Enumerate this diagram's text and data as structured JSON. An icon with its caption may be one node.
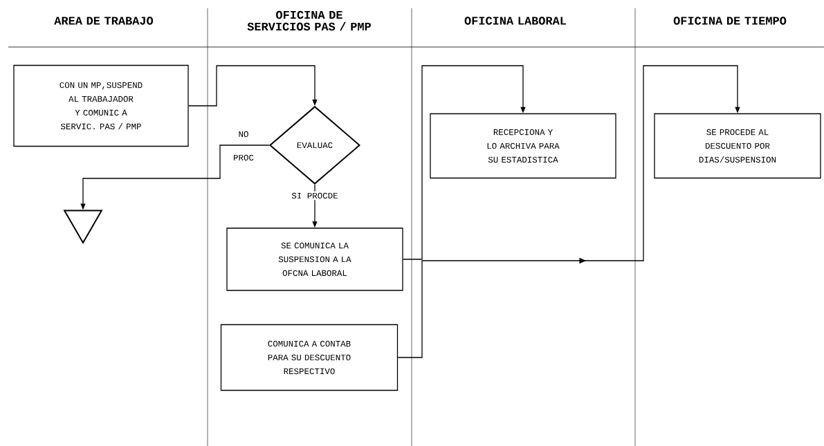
{
  "diagram": {
    "nodes": [
      {
        "text": [
          "CON UN MP,SUSPEND AL TRABAJADOR Y COMUNIC A SERVIC. PAS / PMP"
        ]
      },
      {
        "text": [
          "EVALUAC"
        ]
      },
      {
        "text": [],
        "shape": "triangle"
      },
      {
        "text": [
          "SE COMUNICA LA SUSPENSION A LA OFCNA LABORAL"
        ]
      },
      {
        "text": [
          "COMUNICA A CONTAB PARA SU DESCUENTO RESPECTIVO"
        ]
      },
      {
        "text": [
          "RECEPCIONA Y LO ARCHIVA PARA SU ESTADISTICA"
        ]
      },
      {
        "text": [
          "SE PROCEDE AL DESCUENTO POR DIAS/SUSPENSION"
        ]
      }
    ],
    "edges": [
      {
        "from": 0,
        "to": 1,
        "arrow": "to"
      },
      {
        "from": 1,
        "to": 2,
        "arrow": "to",
        "label": "NO"
      },
      {
        "from": 1,
        "to": 3,
        "arrow": "to",
        "label": "SI PROCDE"
      },
      {
        "from": 3,
        "to": 5,
        "arrow": "to"
      },
      {
        "from": 4,
        "to": 6,
        "arrow": "to"
      }
    ],
    "labels": [
      "AREA DE TRABAJO",
      "OFICINA DE SERVICIOS PAS / PMP",
      "OFICINA LABORAL",
      "OFICINA DE TIEMPO",
      "PROC"
    ]
  }
}
